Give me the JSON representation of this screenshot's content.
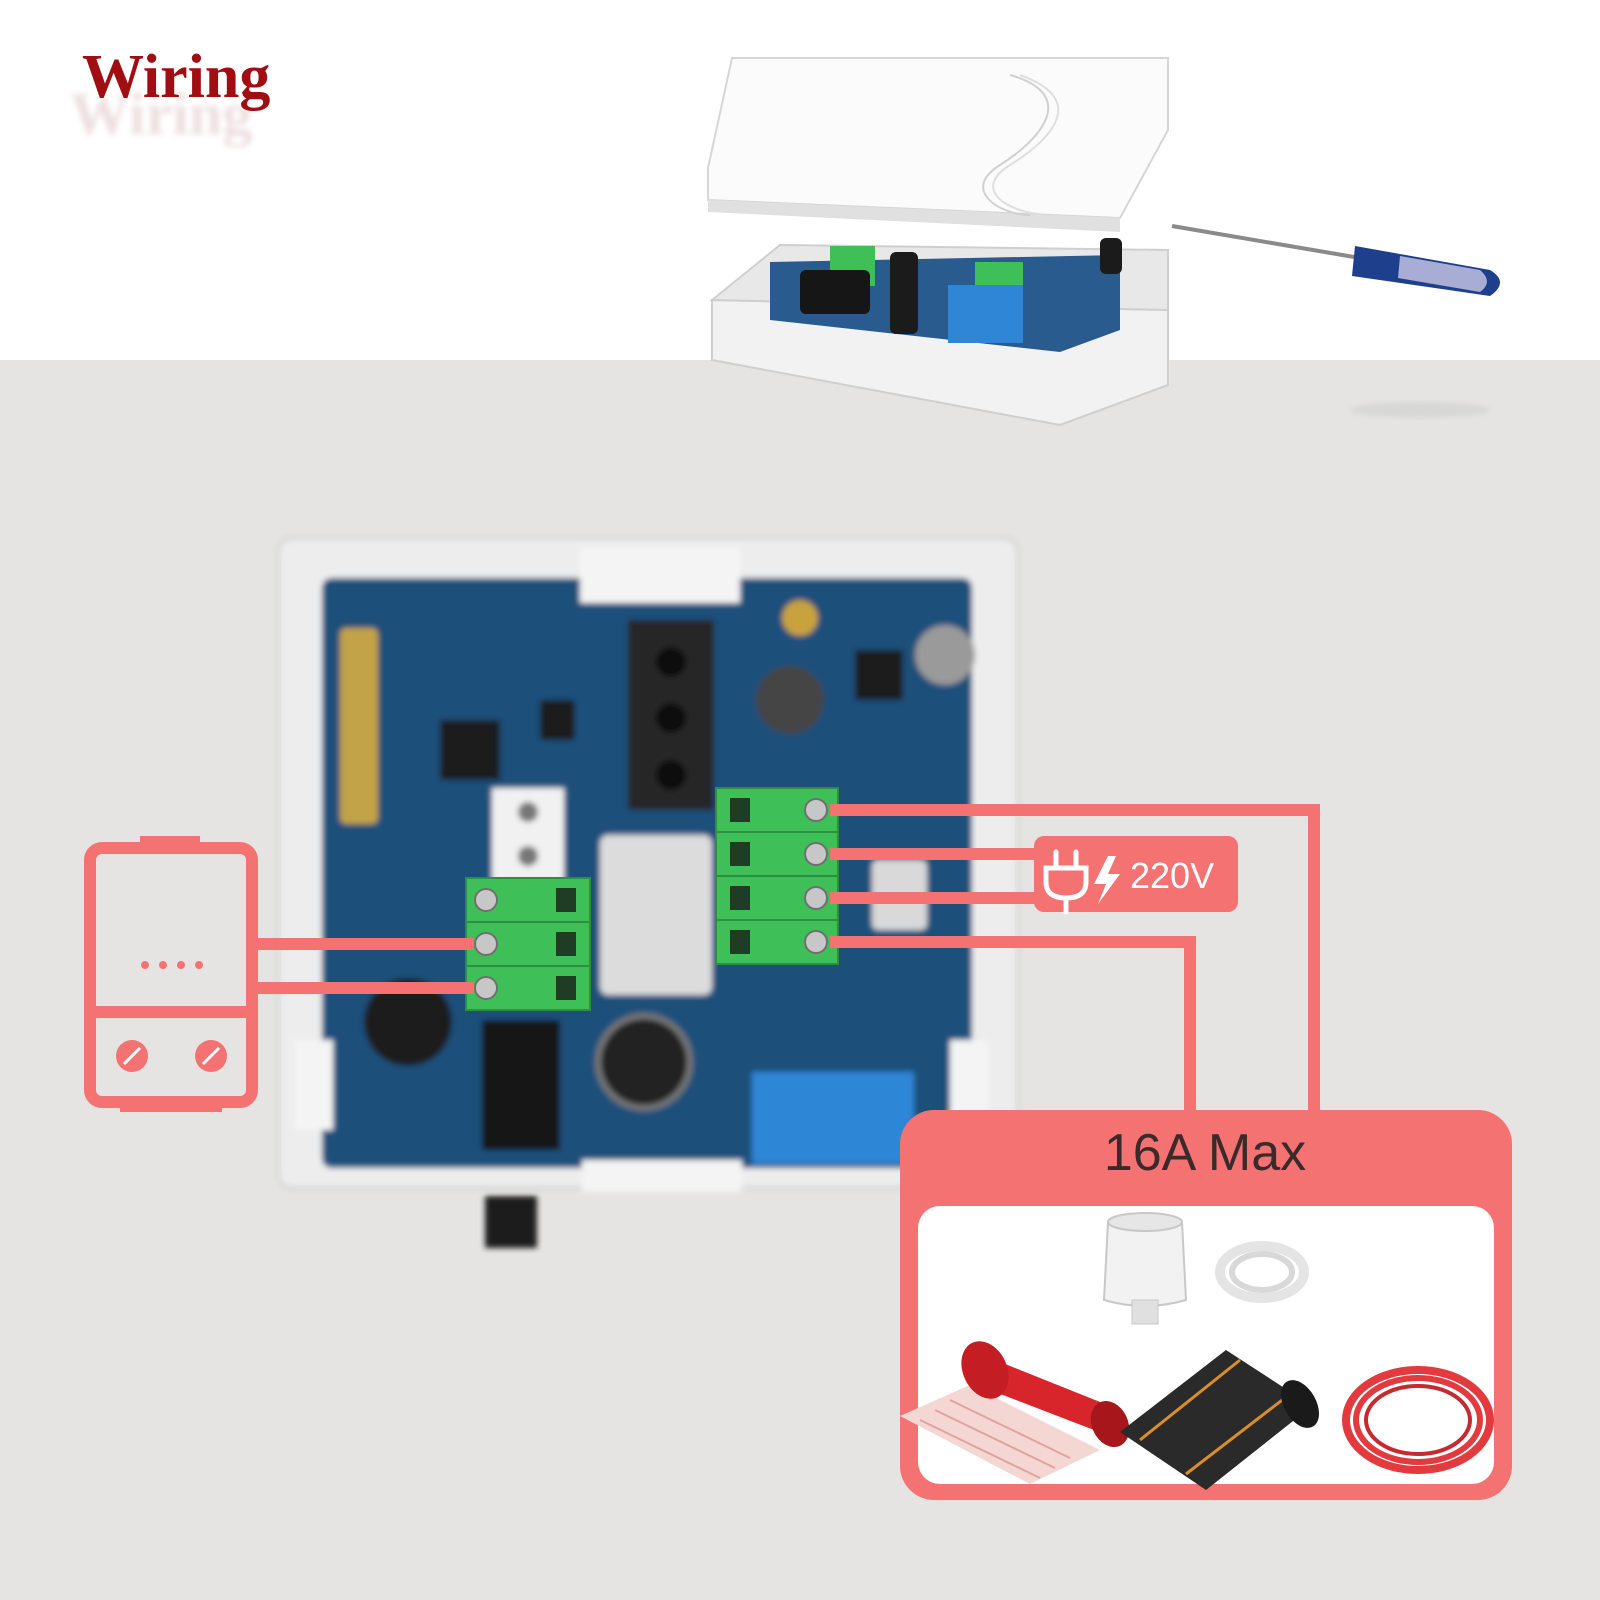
{
  "header": {
    "title": "Wiring"
  },
  "power": {
    "label": "220V",
    "icons": [
      "plug-icon",
      "lightning-icon"
    ]
  },
  "load": {
    "label": "16A Max"
  },
  "colors": {
    "title": "#a00d13",
    "wiring": "#f47272",
    "pcb": "#1e4f7a",
    "terminal": "#3fbf58",
    "background": "#e5e4e3"
  }
}
